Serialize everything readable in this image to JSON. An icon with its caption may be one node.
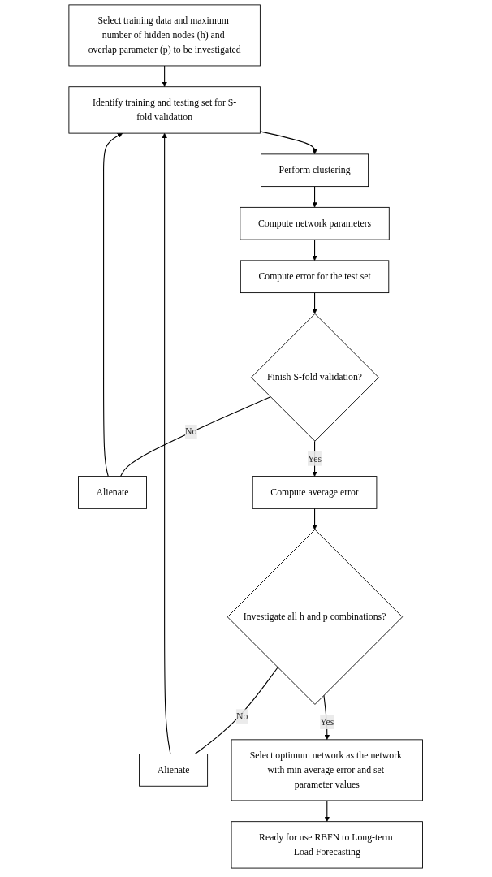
{
  "diagram": {
    "nodes": [
      {
        "text": [
          "Select training data and maximum number of hidden nodes (h) and overlap parameter (p) to be investigated"
        ]
      },
      {
        "text": [
          "Identify training and testing set for S-fold validation"
        ]
      },
      {
        "text": [
          "Perform clustering"
        ]
      },
      {
        "text": [
          "Alienate"
        ]
      },
      {
        "text": [
          "Compute network parameters"
        ]
      },
      {
        "text": [
          "Alienate"
        ]
      },
      {
        "text": [
          "Compute error for the test set"
        ]
      },
      {
        "text": [
          "Finish S-fold validation?"
        ]
      },
      {
        "text": [
          "Compute average error"
        ]
      },
      {
        "text": [
          "Investigate all h and p combinations?"
        ]
      },
      {
        "text": [
          "Select optimum network as the network with min average error and set parameter values"
        ]
      },
      {
        "text": [
          "Ready for use RBFN to Long-term Load Forecasting"
        ]
      }
    ],
    "edges": [
      {
        "from": 0,
        "to": 1,
        "arrow": "to"
      },
      {
        "from": 1,
        "to": 2,
        "arrow": "to"
      },
      {
        "from": 2,
        "to": 4,
        "arrow": "to"
      },
      {
        "from": 4,
        "to": 6,
        "arrow": "to"
      },
      {
        "from": 6,
        "to": 7,
        "arrow": "to"
      },
      {
        "from": 7,
        "to": 3,
        "arrow": "none",
        "label": "No"
      },
      {
        "from": 3,
        "to": 1,
        "arrow": "to"
      },
      {
        "from": 7,
        "to": 8,
        "arrow": "to",
        "label": "Yes"
      },
      {
        "from": 8,
        "to": 9,
        "arrow": "to"
      },
      {
        "from": 9,
        "to": 5,
        "arrow": "none",
        "label": "No"
      },
      {
        "from": 5,
        "to": 1,
        "arrow": "to"
      },
      {
        "from": 9,
        "to": 10,
        "arrow": "to",
        "label": "Yes"
      },
      {
        "from": 10,
        "to": 11,
        "arrow": "to"
      }
    ]
  }
}
